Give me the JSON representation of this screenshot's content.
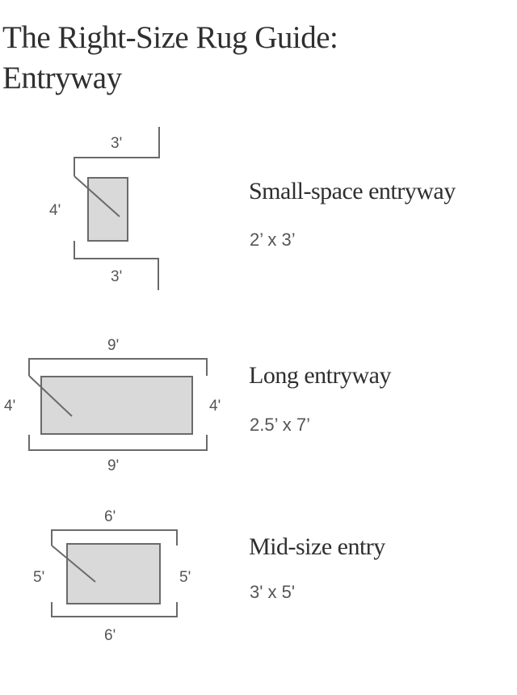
{
  "title": {
    "line1": "The Right-Size Rug Guide:",
    "line2": "Entryway"
  },
  "entries": [
    {
      "name": "Small-space entryway",
      "size": "2’ x 3’",
      "dims": {
        "top": "3'",
        "bottom": "3'",
        "left": "4'"
      }
    },
    {
      "name": "Long entryway",
      "size": "2.5’ x 7’",
      "dims": {
        "top": "9'",
        "bottom": "9'",
        "left": "4'",
        "right": "4'"
      }
    },
    {
      "name": "Mid-size entry",
      "size": "3' x 5'",
      "dims": {
        "top": "6'",
        "bottom": "6'",
        "left": "5'",
        "right": "5'"
      }
    }
  ],
  "colors": {
    "rug_fill": "#d9d9d9",
    "line": "#6a6a6a",
    "text": "#2f2f2f"
  }
}
